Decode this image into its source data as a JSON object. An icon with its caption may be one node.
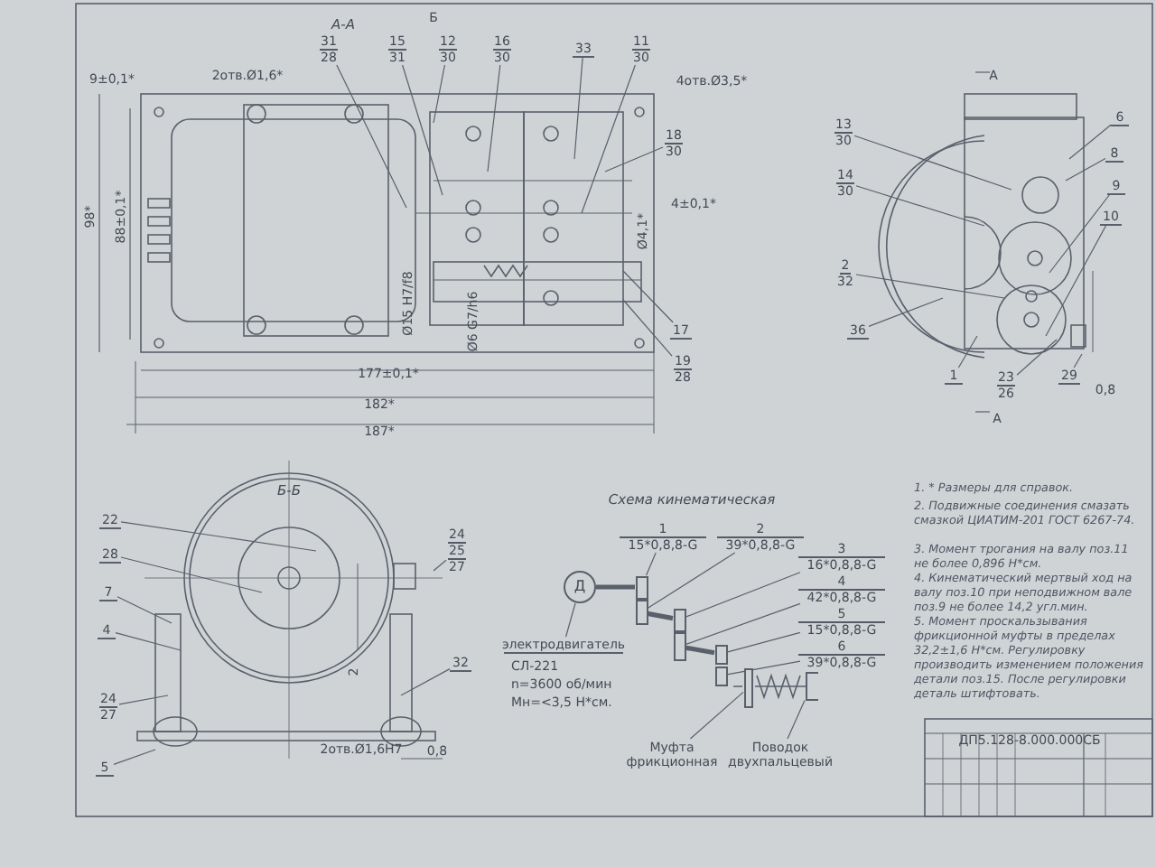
{
  "diagram": {
    "nodes": [
      {
        "text": [
          "31",
          "28"
        ]
      },
      {
        "text": [
          "15",
          "31"
        ]
      },
      {
        "text": [
          "12",
          "30"
        ]
      },
      {
        "text": [
          "16",
          "30"
        ]
      },
      {
        "text": [
          "33"
        ]
      },
      {
        "text": [
          "11",
          "30"
        ]
      },
      {
        "text": [
          "18",
          "30"
        ]
      },
      {
        "text": [
          "17"
        ]
      },
      {
        "text": [
          "19",
          "28"
        ]
      },
      {
        "text": [
          "13",
          "30"
        ]
      },
      {
        "text": [
          "14",
          "30"
        ]
      },
      {
        "text": [
          "2",
          "32"
        ]
      },
      {
        "text": [
          "36"
        ]
      },
      {
        "text": [
          "6"
        ]
      },
      {
        "text": [
          "8"
        ]
      },
      {
        "text": [
          "9"
        ]
      },
      {
        "text": [
          "10"
        ]
      },
      {
        "text": [
          "1"
        ]
      },
      {
        "text": [
          "23",
          "26"
        ]
      },
      {
        "text": [
          "29"
        ]
      },
      {
        "text": [
          "22"
        ]
      },
      {
        "text": [
          "28"
        ]
      },
      {
        "text": [
          "7"
        ]
      },
      {
        "text": [
          "4"
        ]
      },
      {
        "text": [
          "24",
          "27"
        ]
      },
      {
        "text": [
          "5"
        ]
      },
      {
        "text": [
          "24",
          "25",
          "27"
        ]
      },
      {
        "text": [
          "32"
        ]
      },
      {
        "text": [
          "Д"
        ]
      },
      {
        "text": [
          "электродвигатель"
        ],
        "beside": [
          "СЛ-221",
          "n=3600 об/мин",
          "Мн=<3,5 Н*см."
        ]
      },
      {
        "text": [],
        "shape": "box"
      },
      {
        "text": [],
        "shape": "box"
      },
      {
        "text": [],
        "shape": "box"
      },
      {
        "text": [],
        "shape": "box"
      },
      {
        "text": [],
        "shape": "box"
      },
      {
        "text": [],
        "shape": "box"
      },
      {
        "text": [
          "1",
          "15*0,8,8-G"
        ]
      },
      {
        "text": [
          "2",
          "39*0,8,8-G"
        ]
      },
      {
        "text": [
          "3",
          "16*0,8,8-G"
        ]
      },
      {
        "text": [
          "4",
          "42*0,8,8-G"
        ]
      },
      {
        "text": [
          "5",
          "15*0,8,8-G"
        ]
      },
      {
        "text": [
          "6",
          "39*0,8,8-G"
        ]
      },
      {
        "text": [
          "Муфта фрикционная"
        ]
      },
      {
        "text": [
          "Поводок двухпальцевый"
        ]
      },
      {
        "text": [],
        "shape": "box"
      },
      {
        "text": [],
        "shape": "bracket"
      }
    ],
    "edges": [
      {
        "from": 0,
        "to": null,
        "arrow": "none"
      },
      {
        "from": 1,
        "to": null,
        "arrow": "none"
      },
      {
        "from": 2,
        "to": null,
        "arrow": "none"
      },
      {
        "from": 3,
        "to": null,
        "arrow": "none"
      },
      {
        "from": 4,
        "to": null,
        "arrow": "none"
      },
      {
        "from": 5,
        "to": null,
        "arrow": "none"
      },
      {
        "from": 6,
        "to": null,
        "arrow": "none"
      },
      {
        "from": 7,
        "to": null,
        "arrow": "none"
      },
      {
        "from": 8,
        "to": null,
        "arrow": "none"
      },
      {
        "from": 9,
        "to": null,
        "arrow": "none"
      },
      {
        "from": 10,
        "to": null,
        "arrow": "none"
      },
      {
        "from": 11,
        "to": null,
        "arrow": "none"
      },
      {
        "from": 12,
        "to": null,
        "arrow": "none"
      },
      {
        "from": 13,
        "to": null,
        "arrow": "none"
      },
      {
        "from": 14,
        "to": null,
        "arrow": "none"
      },
      {
        "from": 15,
        "to": null,
        "arrow": "none"
      },
      {
        "from": 16,
        "to": null,
        "arrow": "none"
      },
      {
        "from": 17,
        "to": null,
        "arrow": "none"
      },
      {
        "from": 18,
        "to": null,
        "arrow": "none"
      },
      {
        "from": 19,
        "to": null,
        "arrow": "none"
      },
      {
        "from": 20,
        "to": null,
        "arrow": "none"
      },
      {
        "from": 21,
        "to": null,
        "arrow": "none"
      },
      {
        "from": 22,
        "to": null,
        "arrow": "none"
      },
      {
        "from": 23,
        "to": null,
        "arrow": "none"
      },
      {
        "from": 24,
        "to": null,
        "arrow": "none"
      },
      {
        "from": 25,
        "to": null,
        "arrow": "none"
      },
      {
        "from": 26,
        "to": null,
        "arrow": "none"
      },
      {
        "from": 27,
        "to": null,
        "arrow": "none"
      },
      {
        "from": 29,
        "to": 28,
        "arrow": "none"
      },
      {
        "from": 28,
        "to": 30,
        "arrow": "none",
        "style": "thick"
      },
      {
        "from": 31,
        "to": 32,
        "arrow": "none",
        "style": "thick"
      },
      {
        "from": 33,
        "to": 34,
        "arrow": "none",
        "style": "thick"
      },
      {
        "from": 36,
        "to": 30,
        "arrow": "none"
      },
      {
        "from": 37,
        "to": 31,
        "arrow": "none"
      },
      {
        "from": 38,
        "to": 32,
        "arrow": "none"
      },
      {
        "from": 39,
        "to": 33,
        "arrow": "none"
      },
      {
        "from": 40,
        "to": 34,
        "arrow": "none"
      },
      {
        "from": 41,
        "to": 35,
        "arrow": "none"
      },
      {
        "from": 42,
        "to": 44,
        "arrow": "none"
      },
      {
        "from": 43,
        "to": 45,
        "arrow": "none"
      }
    ],
    "labels": [
      "А-А",
      "Б",
      "9±0,1*",
      "2отв.Ø1,6*",
      "4отв.Ø3,5*",
      "98*",
      "88±0,1*",
      "4±0,1*",
      "Ø4,1*",
      "Ø15 H7/f8",
      "Ø6 G7/h6",
      "177±0,1*",
      "182*",
      "187*",
      "А",
      "А",
      "0,8",
      "Б-Б",
      "2",
      "2отв.Ø1,6H7",
      "0,8",
      "Схема кинематическая",
      "1. * Размеры для справок.",
      "2. Подвижные соединения смазать смазкой ЦИАТИМ-201 ГОСТ 6267-74.",
      "3. Момент трогания на валу поз.11 не более 0,896 Н*см.",
      "4. Кинематический мертвый ход на валу поз.10 при неподвижном вале поз.9 не более 14,2 угл.мин.",
      "5. Момент проскальзывания фрикционной муфты в пределах 32,2±1,6 Н*см. Регулировку производить изменением положения детали поз.15. После регулировки деталь штифтовать.",
      "ДП5.128-8.000.000СБ"
    ]
  }
}
